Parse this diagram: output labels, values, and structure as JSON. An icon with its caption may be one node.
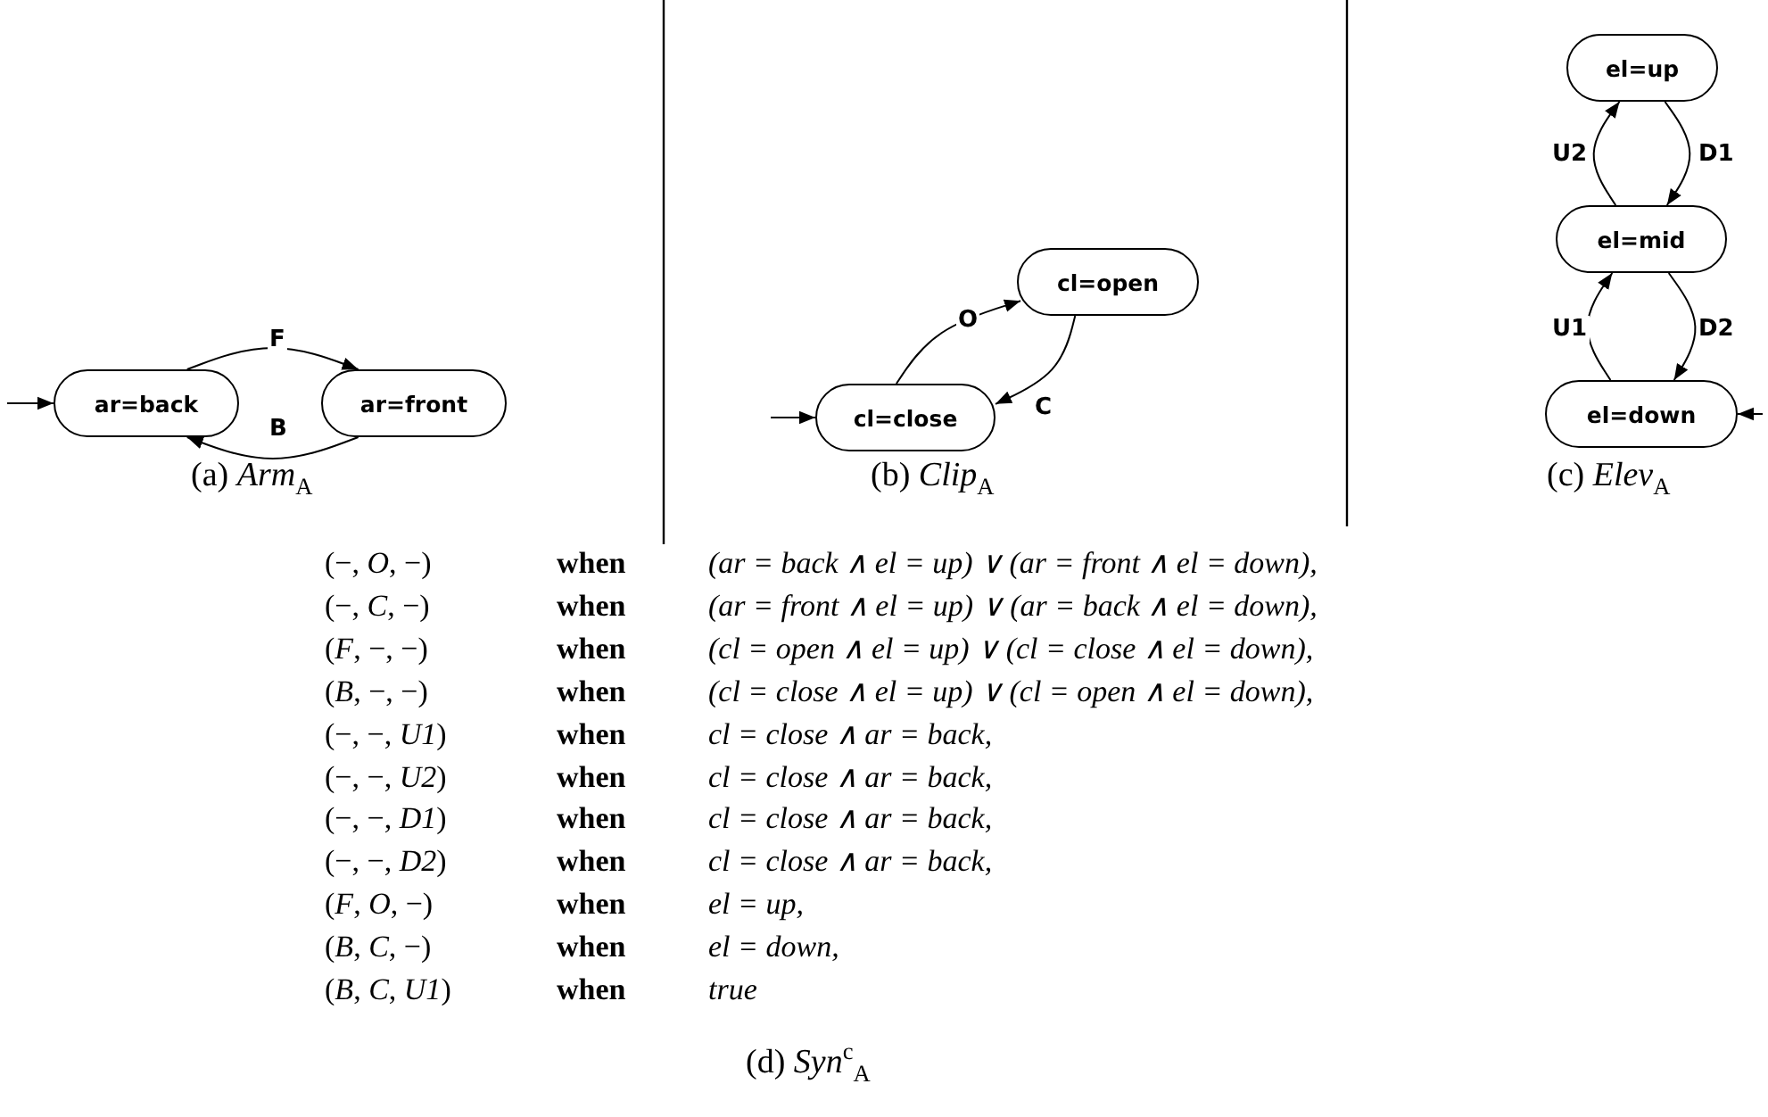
{
  "diagram": {
    "nodes": [
      {
        "text": [
          "ar=back"
        ]
      },
      {
        "text": [
          "ar=front"
        ]
      },
      {
        "text": [
          "cl=open"
        ]
      },
      {
        "text": [
          "cl=close"
        ]
      },
      {
        "text": [
          "el=up"
        ]
      },
      {
        "text": [
          "el=mid"
        ]
      },
      {
        "text": [
          "el=down"
        ]
      }
    ],
    "edges": [
      {
        "from": 0,
        "to": 1,
        "arrow": "to",
        "label": "F"
      },
      {
        "from": 1,
        "to": 0,
        "arrow": "to",
        "label": "B"
      },
      {
        "from": 3,
        "to": 2,
        "arrow": "to",
        "label": "O"
      },
      {
        "from": 2,
        "to": 3,
        "arrow": "to",
        "label": "C"
      },
      {
        "from": 5,
        "to": 4,
        "arrow": "to",
        "label": "U2"
      },
      {
        "from": 4,
        "to": 5,
        "arrow": "to",
        "label": "D1"
      },
      {
        "from": 6,
        "to": 5,
        "arrow": "to",
        "label": "U1"
      },
      {
        "from": 5,
        "to": 6,
        "arrow": "to",
        "label": "D2"
      },
      {
        "from": null,
        "to": 0,
        "arrow": "to"
      },
      {
        "from": null,
        "to": 3,
        "arrow": "to"
      },
      {
        "from": null,
        "to": 6,
        "arrow": "to"
      }
    ],
    "labels": [
      "(a) *Arm*$_{A}$",
      "(b) *Clip*$_{A}$",
      "(c) *Elev*$_{A}$",
      "(−, *O*, −)",
      "when",
      "(ar = back ∧ el = up) ∨ (ar = front ∧ el = down),",
      "(−, *C*, −)",
      "when",
      "(ar = front ∧ el = up) ∨ (ar = back ∧ el = down),",
      "(*F*, −, −)",
      "when",
      "(cl = open ∧ el = up) ∨ (cl = close ∧ el = down),",
      "(*B*, −, −)",
      "when",
      "(cl = close ∧ el = up) ∨ (cl = open ∧ el = down),",
      "(−, −, *U1*)",
      "when",
      "cl = close ∧ ar = back,",
      "(−, −, *U2*)",
      "when",
      "cl = close ∧ ar = back,",
      "(−, −, *D1*)",
      "when",
      "cl = close ∧ ar = back,",
      "(−, −, *D2*)",
      "when",
      "cl = close ∧ ar = back,",
      "(*F*, *O*, −)",
      "when",
      "el = up,",
      "(*B*, *C*, −)",
      "when",
      "el = down,",
      "(*B*, *C*, *U1*)",
      "when",
      "true",
      "(d) *Syn*$^{c}$$_{A}$"
    ]
  }
}
